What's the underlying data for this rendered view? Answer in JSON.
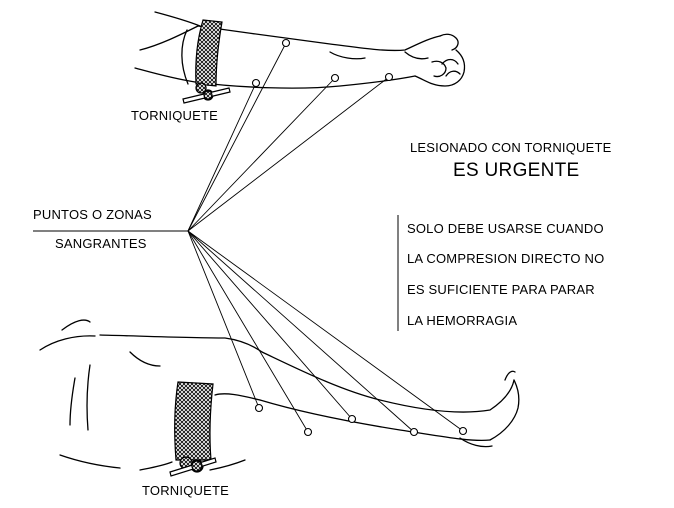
{
  "labels": {
    "tourniquet_arm": "TORNIQUETE",
    "tourniquet_leg": "TORNIQUETE",
    "bleeding_line1": "PUNTOS O ZONAS",
    "bleeding_line2": "SANGRANTES",
    "headline_line1": "LESIONADO CON TORNIQUETE",
    "headline_line2": "ES URGENTE",
    "note_lines": [
      "SOLO DEBE USARSE CUANDO",
      "LA COMPRESION DIRECTO NO",
      "ES SUFICIENTE PARA PARAR",
      "LA HEMORRAGIA"
    ]
  },
  "icons": [
    "arm-illustration",
    "leg-illustration",
    "tourniquet-band",
    "tourniquet-stick"
  ],
  "colors": {
    "ink": "#000000",
    "background": "#ffffff"
  }
}
